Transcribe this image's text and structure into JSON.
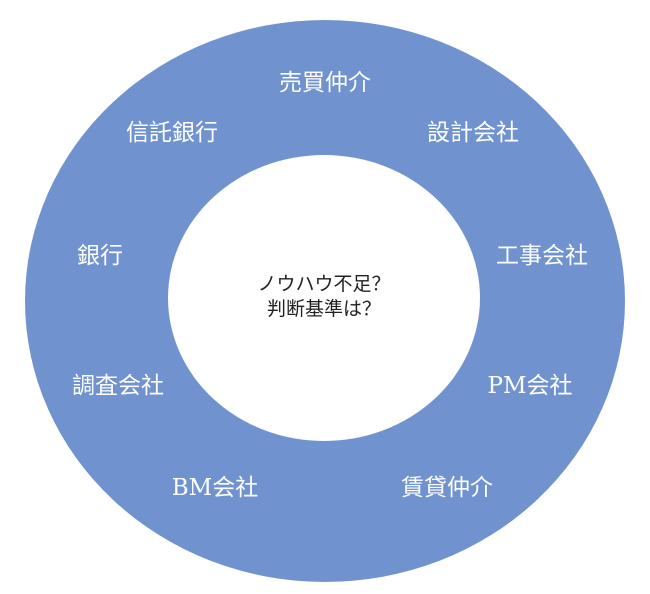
{
  "center": {
    "line1": "ノウハウ不足？",
    "line2": "判断基準は？"
  },
  "ring_labels": [
    "売買仲介",
    "設計会社",
    "工事会社",
    "PM会社",
    "賃貸仲介",
    "BM会社",
    "調査会社",
    "銀行",
    "信託銀行"
  ],
  "colors": {
    "ring": "#7093d0",
    "center": "#ffffff"
  }
}
